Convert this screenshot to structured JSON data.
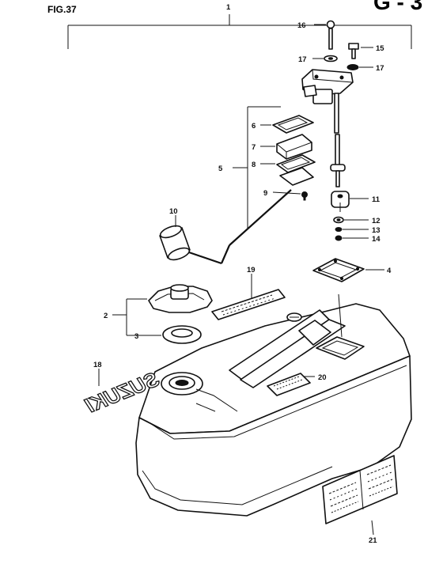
{
  "figure": {
    "title": "FIG.37",
    "corner_code": "G - 3"
  },
  "callouts": {
    "c1": "1",
    "c2": "2",
    "c3": "3",
    "c4": "4",
    "c5": "5",
    "c6": "6",
    "c7": "7",
    "c8": "8",
    "c9": "9",
    "c10": "10",
    "c11": "11",
    "c12": "12",
    "c13": "13",
    "c14": "14",
    "c15": "15",
    "c16": "16",
    "c17a": "17",
    "c17b": "17",
    "c18": "18",
    "c19": "19",
    "c20": "20",
    "c21": "21"
  },
  "decal": {
    "text": "SUZUKI"
  }
}
